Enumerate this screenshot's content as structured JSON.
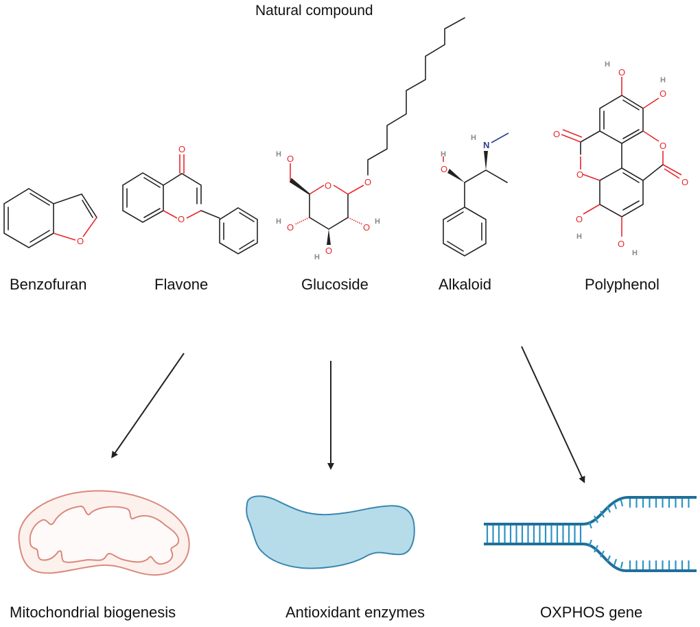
{
  "title": "Natural compound",
  "compounds": [
    {
      "name": "Benzofuran"
    },
    {
      "name": "Flavone"
    },
    {
      "name": "Glucoside"
    },
    {
      "name": "Alkaloid"
    },
    {
      "name": "Polyphenol"
    }
  ],
  "atoms": {
    "oxygen": "O",
    "hydrogen": "H",
    "nitrogen": "N"
  },
  "outcomes": [
    {
      "name": "Mitochondrial biogenesis",
      "icon": "mitochondrion-icon"
    },
    {
      "name": "Antioxidant enzymes",
      "icon": "enzyme-icon"
    },
    {
      "name": "OXPHOS gene",
      "icon": "dna-icon"
    }
  ],
  "colors": {
    "oxygen": "#e8252a",
    "nitrogen": "#2a3f8f",
    "mito_stroke": "#d9897a",
    "mito_fill": "#fdf1ee",
    "enzyme_fill": "#b6dcea",
    "enzyme_stroke": "#3a86b0",
    "dna": "#1f7aa8"
  }
}
